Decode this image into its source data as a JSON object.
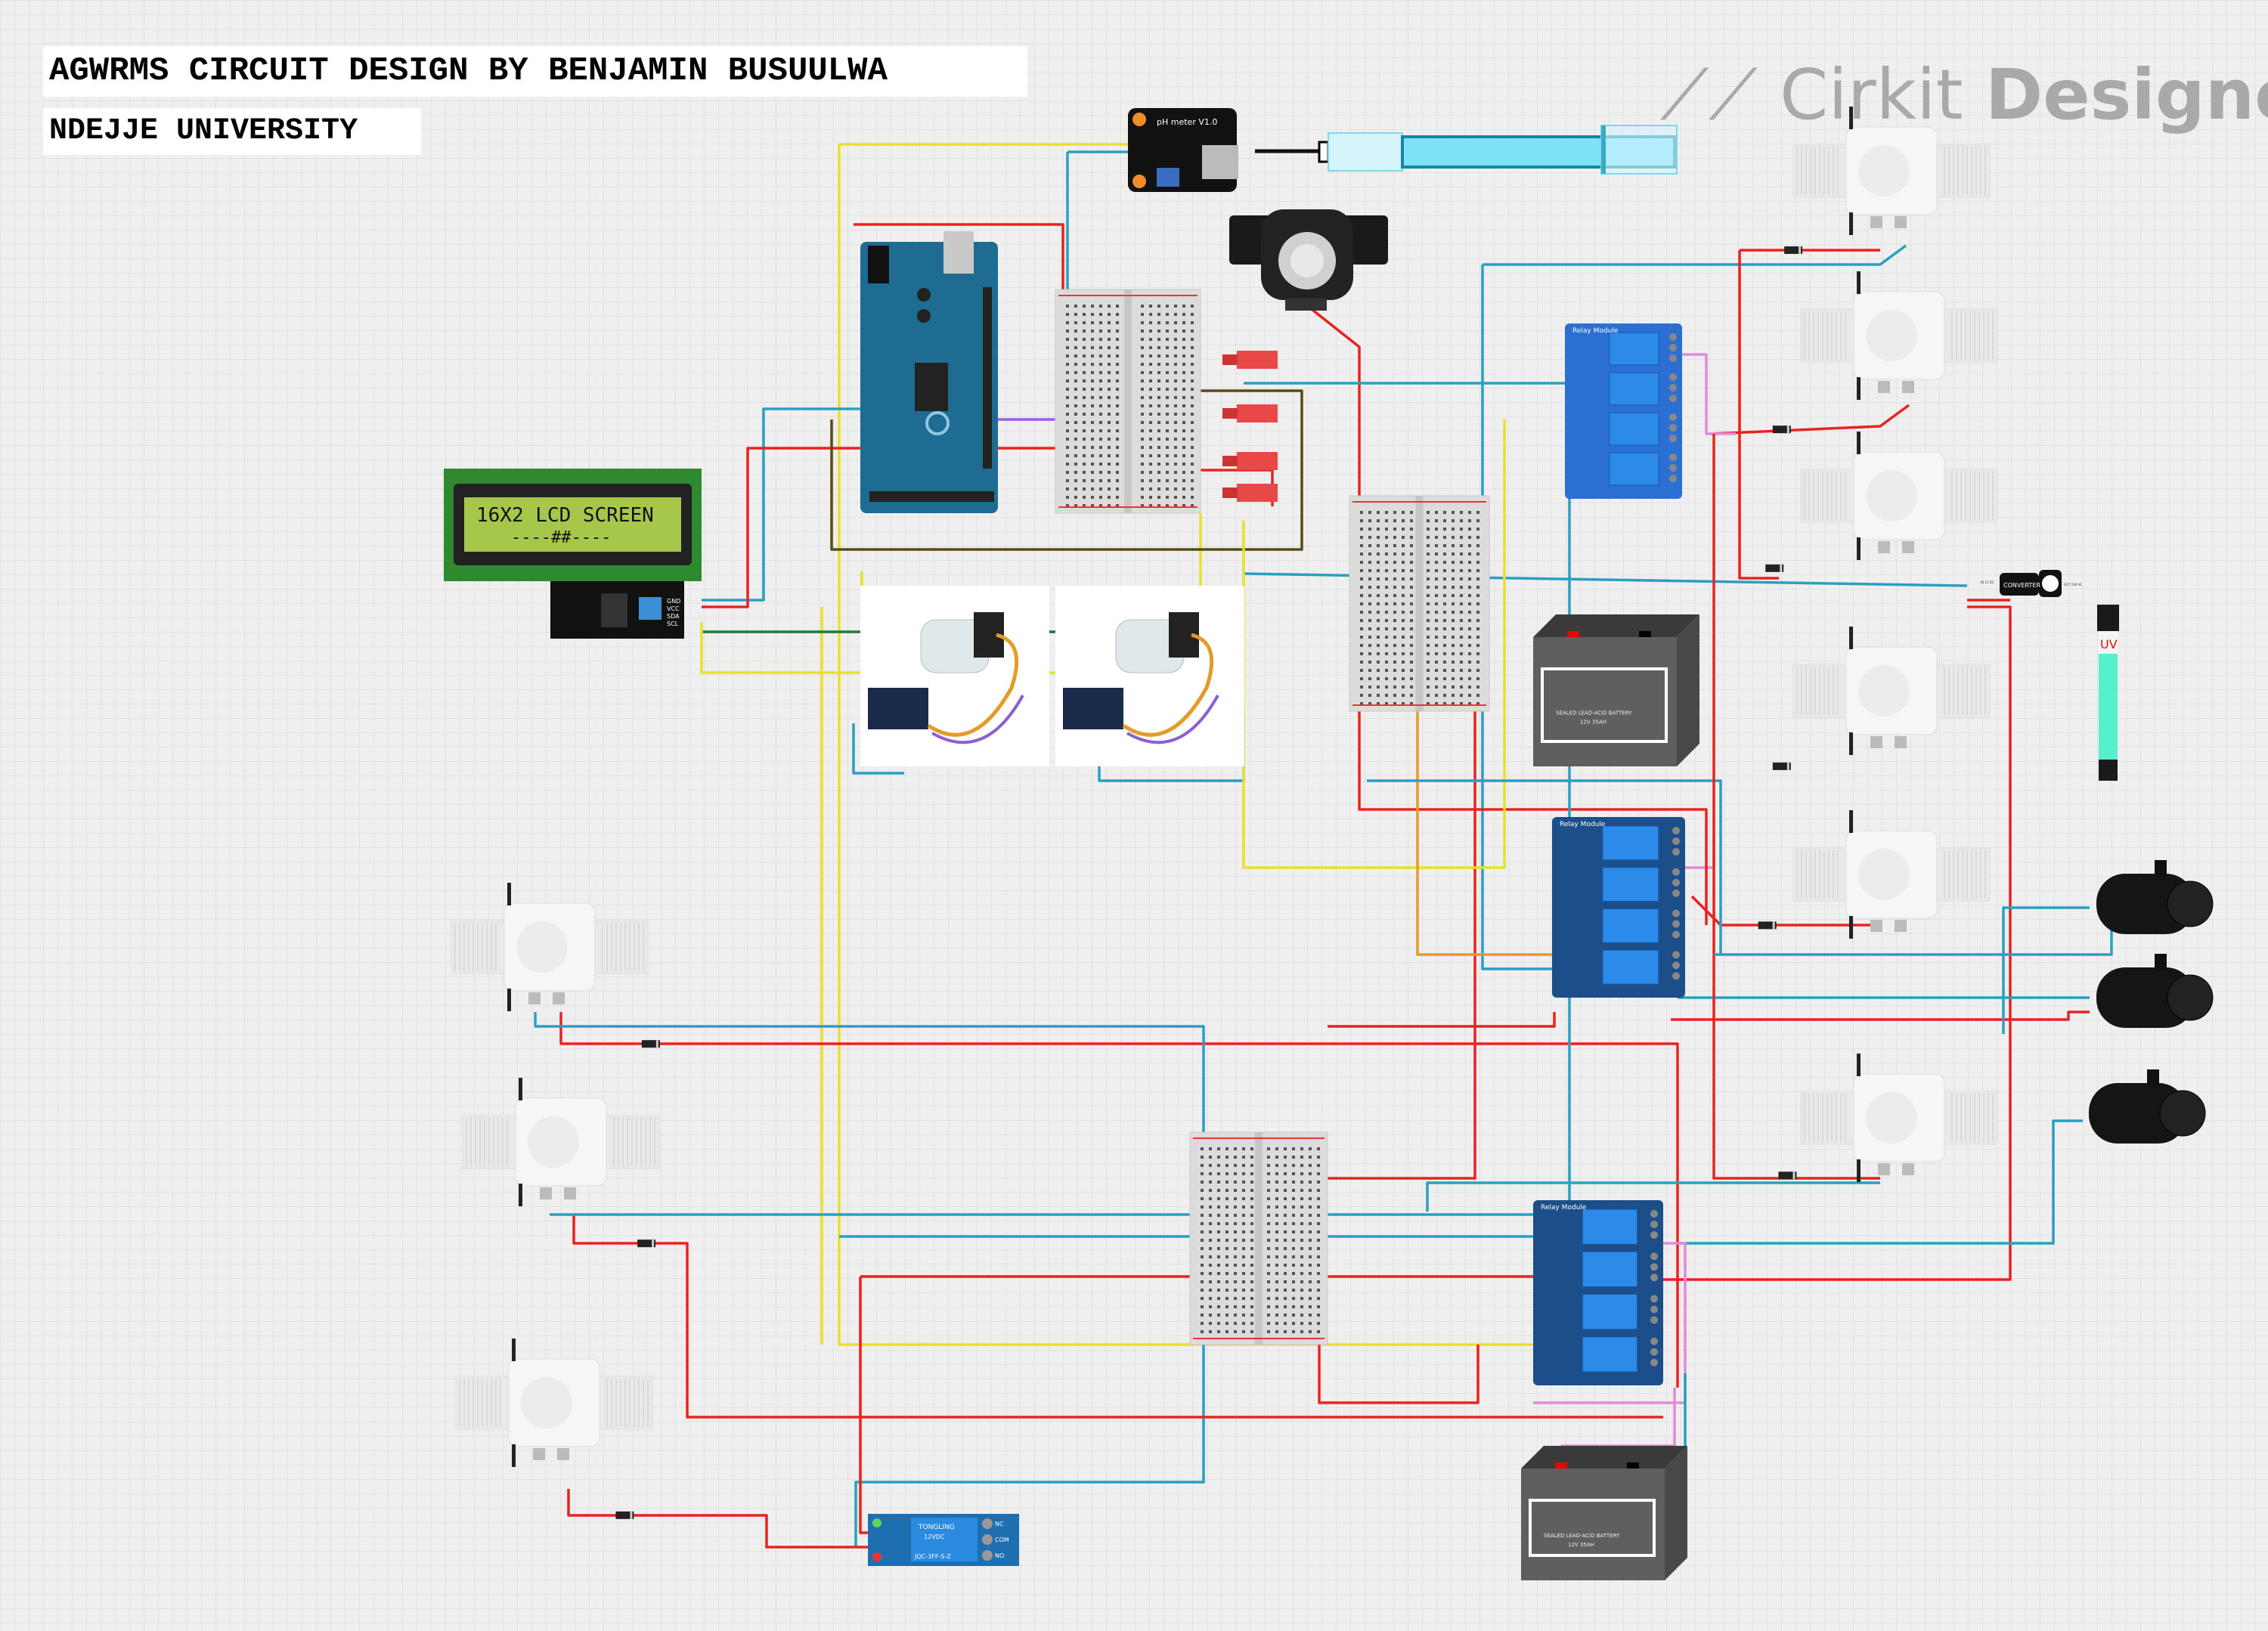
{
  "header": {
    "title": "AGWRMS CIRCUIT DESIGN BY BENJAMIN BUSUULWA",
    "subtitle": "NDEJJE UNIVERSITY"
  },
  "logo": {
    "brand": "Cirkit",
    "product": "Designer"
  },
  "components": {
    "lcd": {
      "line1": "16X2 LCD SCREEN",
      "line2": "----##----",
      "i2c_pins": [
        "GND",
        "VCC",
        "SDA",
        "SCL"
      ]
    },
    "ph_meter": {
      "label": "pH meter V1.0"
    },
    "battery": {
      "label": "SEALED LEAD-ACID BATTERY",
      "rating": "12V 35AH"
    },
    "converter": {
      "label": "CONVERTER",
      "in": "IN 12 DC",
      "out": "OUT 230 AC"
    },
    "uv_lamp": {
      "label": "UV"
    },
    "single_relay": {
      "brand": "TONGLING",
      "spec": "12VDC",
      "model": "JQC-3FF-S-Z",
      "pins": [
        "NC",
        "COM",
        "NO"
      ]
    },
    "relay_module": {
      "label": "Relay Module"
    }
  },
  "colors": {
    "wire_red": "#e8231f",
    "wire_blue": "#2a9fc0",
    "wire_yellow": "#e8e02a",
    "wire_green": "#1d7a3a",
    "wire_pink": "#e48bd8",
    "wire_orange": "#e39c2a",
    "wire_dark": "#5a4a1a",
    "wire_purple": "#9b5de5",
    "arduino": "#1f6c92",
    "relay": "#1c4f8a",
    "lcd_screen": "#a7c74a",
    "lcd_pcb": "#2f8a2f",
    "battery": "#555555",
    "breadboard": "#dcdcdc"
  }
}
